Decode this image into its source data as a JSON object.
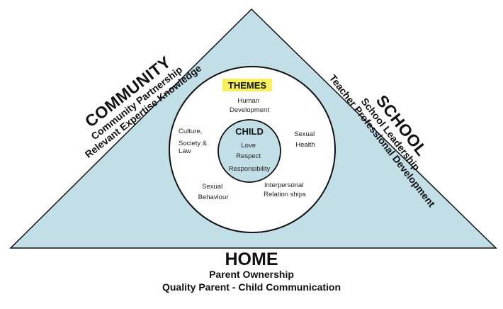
{
  "colors": {
    "triangle_fill": "#c2dfe7",
    "circle_fill": "#ffffff",
    "inner_circle_fill": "#c2dfe7",
    "themes_highlight": "#f7f05a",
    "stroke": "#111111"
  },
  "community": {
    "title": "COMMUNITY",
    "line1": "Community Partnership",
    "line2": "Relevant Expertise Knowledge"
  },
  "school": {
    "title": "SCHOOL",
    "line1": "School Leadership",
    "line2": "Teacher Professional Development"
  },
  "home": {
    "title": "HOME",
    "line1": "Parent Ownership",
    "line2": "Quality Parent - Child Communication"
  },
  "themes": {
    "title": "THEMES",
    "human_development": [
      "Human",
      "Development"
    ],
    "culture": [
      "Culture,",
      "Society &",
      "Law"
    ],
    "sexual_health": [
      "Sexual",
      "Health"
    ],
    "sexual_behaviour": [
      "Sexual",
      "Behaviour"
    ],
    "interpersonal": [
      "Interpersonal",
      "Relation ships"
    ]
  },
  "child": {
    "title": "CHILD",
    "values": [
      "Love",
      "Respect",
      "Responsibility"
    ]
  }
}
